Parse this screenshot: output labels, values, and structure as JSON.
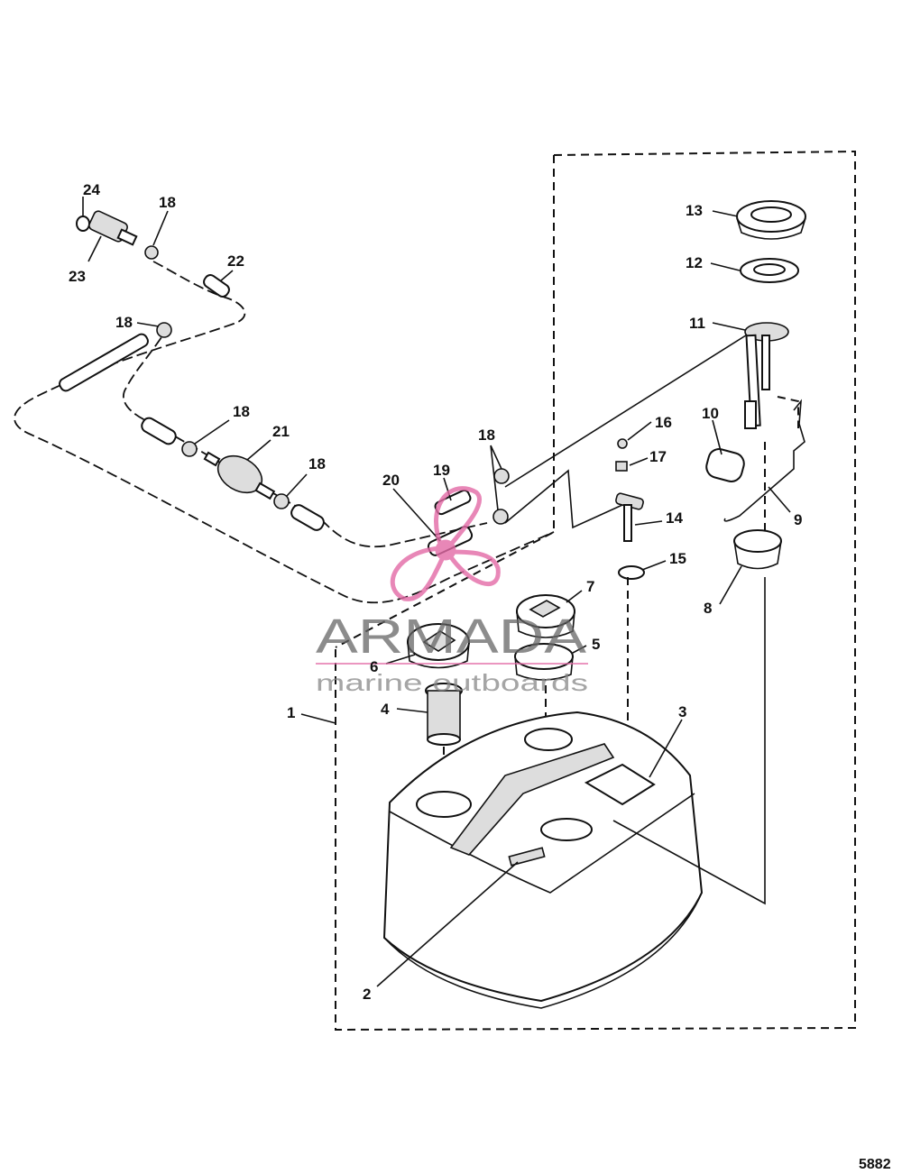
{
  "callouts": {
    "c1": "1",
    "c2": "2",
    "c3": "3",
    "c4": "4",
    "c5": "5",
    "c6": "6",
    "c7": "7",
    "c8": "8",
    "c9": "9",
    "c10": "10",
    "c11": "11",
    "c12": "12",
    "c13": "13",
    "c14": "14",
    "c15": "15",
    "c16": "16",
    "c17": "17",
    "c18a": "18",
    "c18b": "18",
    "c18c": "18",
    "c18d": "18",
    "c18e": "18",
    "c19": "19",
    "c20": "20",
    "c21": "21",
    "c22": "22",
    "c23": "23",
    "c24": "24"
  },
  "watermark": {
    "brand": "ARMADA",
    "tagline": "marine outboards",
    "brand_color": "#666666",
    "logo_color": "#e36aa6"
  },
  "figure_number": "5882"
}
